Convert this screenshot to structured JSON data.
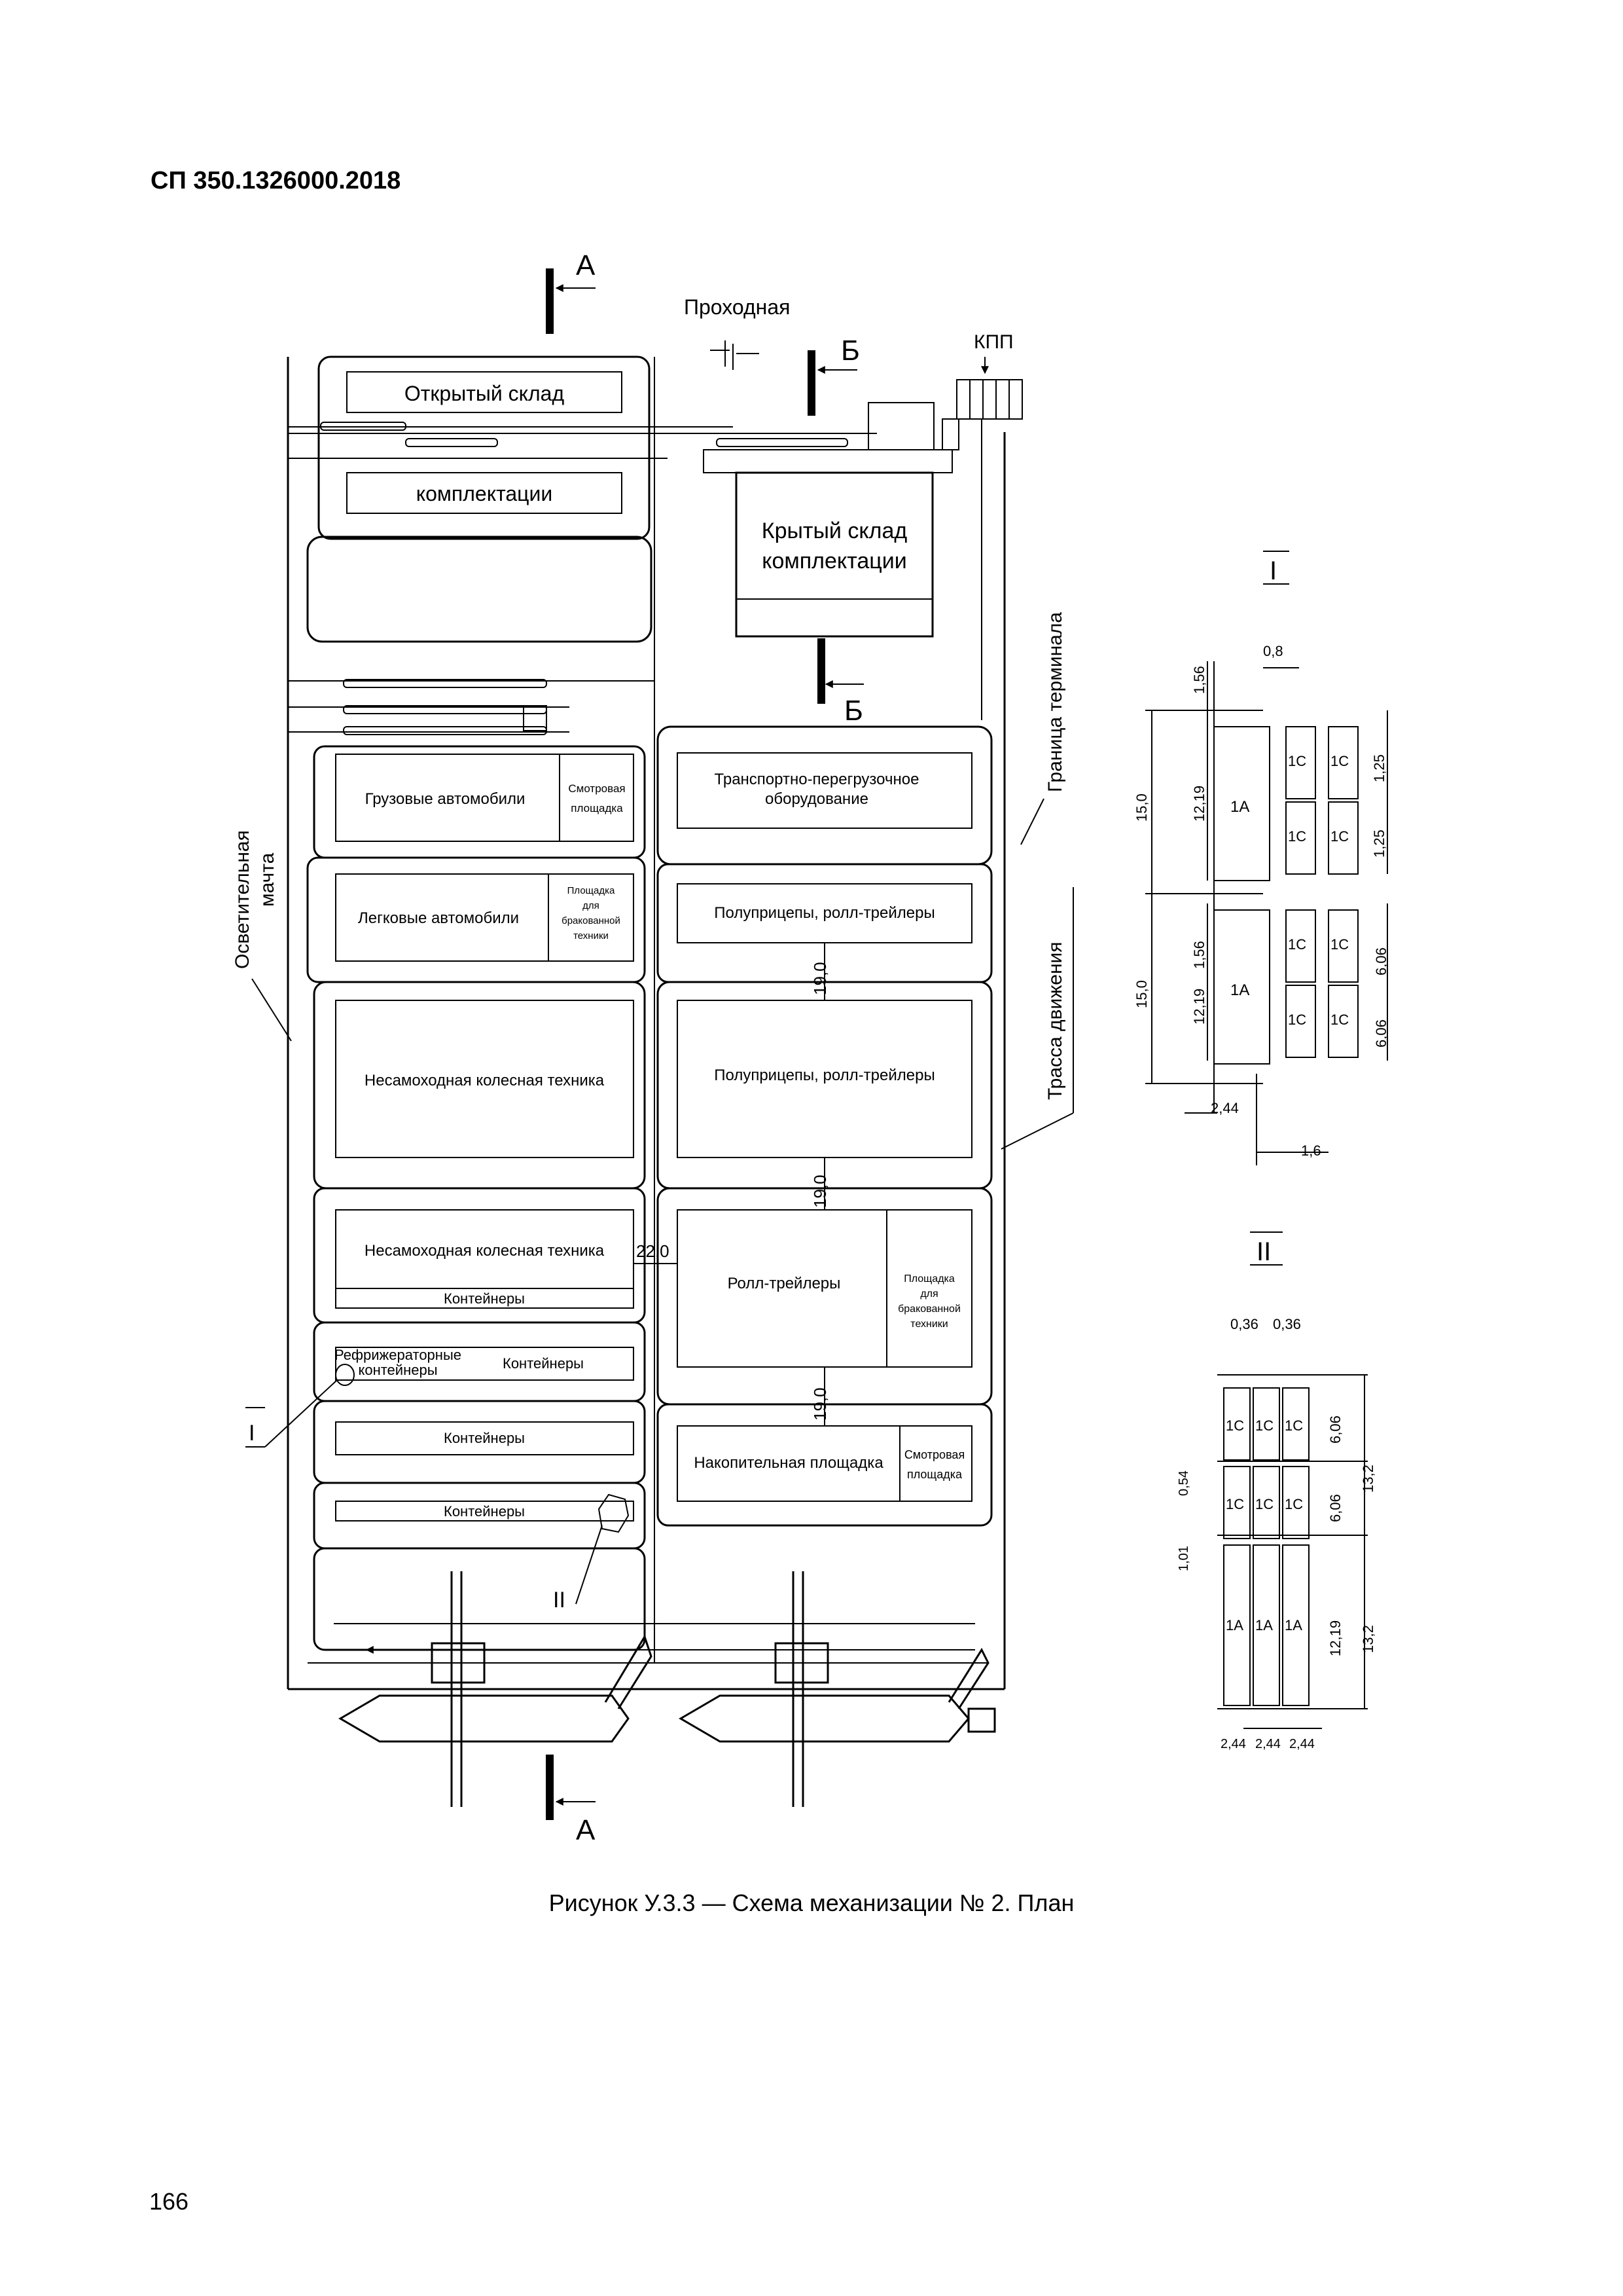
{
  "header": {
    "doc_code": "СП 350.1326000.2018"
  },
  "plan": {
    "section_a": "А",
    "section_b": "Б",
    "checkpoint": "Проходная",
    "kpp": "КПП",
    "open_warehouse_1": "Открытый склад",
    "open_warehouse_2": "комплектации",
    "covered_warehouse_1": "Крытый склад",
    "covered_warehouse_2": "комплектации",
    "terminal_border": "Граница терминала",
    "traffic_route": "Трасса движения",
    "light_mast_1": "Осветительная",
    "light_mast_2": "мачта",
    "trucks": "Грузовые автомобили",
    "inspection_area": "Смотровая площадка",
    "inspection_1": "Смотровая",
    "inspection_2": "площадка",
    "cars": "Легковые автомобили",
    "reject_1": "Площадка",
    "reject_2": "для",
    "reject_3": "бракованной",
    "reject_4": "техники",
    "handling_1": "Транспортно-перегрузочное",
    "handling_2": "оборудование",
    "semitrailers": "Полуприцепы, ролл-трейлеры",
    "nonself_wheeled": "Несамоходная колесная техника",
    "containers": "Контейнеры",
    "roll_trailers": "Ролл-трейлеры",
    "reefer_1": "Рефрижераторные",
    "reefer_2": "контейнеры",
    "storage_area": "Накопительная площадка",
    "dim_19": "19,0",
    "dim_22": "22,0",
    "callout_1": "I",
    "callout_2": "II"
  },
  "detail_1": {
    "title": "I",
    "dims": [
      "0,8",
      "1,56",
      "15,0",
      "12,19",
      "1,25",
      "1,25",
      "1,56",
      "15,0",
      "12,19",
      "6,06",
      "6,06",
      "2,44",
      "1,6"
    ],
    "cell_1a": "1А",
    "cell_1c": "1С"
  },
  "detail_2": {
    "title": "II",
    "dims": [
      "0,36",
      "0,36",
      "0,54",
      "1,01",
      "6,06",
      "6,06",
      "13,2",
      "12,19",
      "13,2",
      "2,44",
      "2,44",
      "2,44"
    ],
    "cell_1a": "1А",
    "cell_1c": "1С"
  },
  "caption": "Рисунок У.3.3  — Схема механизации № 2. План",
  "page_number": "166"
}
